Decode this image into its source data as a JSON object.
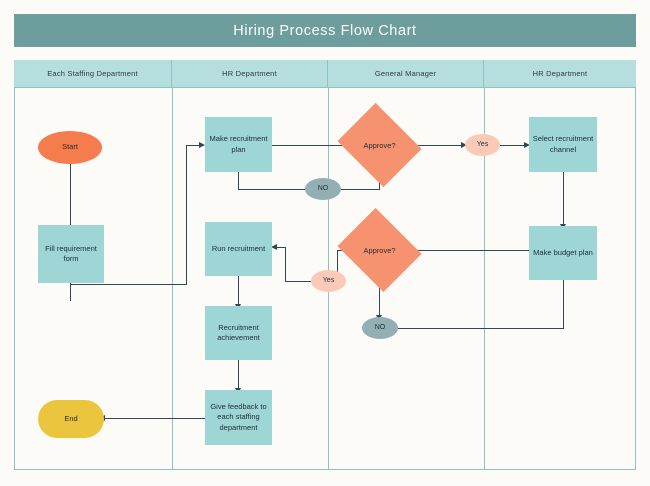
{
  "title": "Hiring Process Flow Chart",
  "theme": {
    "banner_color": "#6d9d9c",
    "lane_header_color": "#b7dede",
    "lane_border_color": "#8cc4c4",
    "process_color": "#9ed5d5",
    "decision_color": "#f79270",
    "start_color": "#f47c4d",
    "end_color": "#ecc53f",
    "yes_pill_color": "#fac9b8",
    "no_pill_color": "#92b0b4",
    "connector_color": "#2d4a52",
    "canvas_color": "#fdfbf7"
  },
  "lanes": [
    {
      "label": "Each Staffing Department"
    },
    {
      "label": "HR Department"
    },
    {
      "label": "General Manager"
    },
    {
      "label": "HR Department"
    }
  ],
  "nodes": [
    {
      "id": "start",
      "label": "Start",
      "shape": "terminator-start",
      "lane": 0
    },
    {
      "id": "fill_form",
      "label": "Fill requirement form",
      "shape": "process",
      "lane": 0
    },
    {
      "id": "end",
      "label": "End",
      "shape": "terminator-end",
      "lane": 0
    },
    {
      "id": "make_plan",
      "label": "Make recruitment plan",
      "shape": "process",
      "lane": 1
    },
    {
      "id": "run_recruit",
      "label": "Run recruitment",
      "shape": "process",
      "lane": 1
    },
    {
      "id": "achievement",
      "label": "Recruitment achievement",
      "shape": "process",
      "lane": 1
    },
    {
      "id": "feedback",
      "label": "Give feedback to each staffing department",
      "shape": "process",
      "lane": 1
    },
    {
      "id": "approve1",
      "label": "Approve?",
      "shape": "decision",
      "lane": 2
    },
    {
      "id": "approve2",
      "label": "Approve?",
      "shape": "decision",
      "lane": 2
    },
    {
      "id": "no1",
      "label": "NO",
      "shape": "label-pill",
      "lane": 1
    },
    {
      "id": "yes1",
      "label": "Yes",
      "shape": "label-pill",
      "lane": 2
    },
    {
      "id": "yes2",
      "label": "Yes",
      "shape": "label-pill",
      "lane": 1
    },
    {
      "id": "no2",
      "label": "NO",
      "shape": "label-pill",
      "lane": 2
    },
    {
      "id": "select_channel",
      "label": "Select recruitment channel",
      "shape": "process",
      "lane": 3
    },
    {
      "id": "budget_plan",
      "label": "Make budget plan",
      "shape": "process",
      "lane": 3
    }
  ]
}
